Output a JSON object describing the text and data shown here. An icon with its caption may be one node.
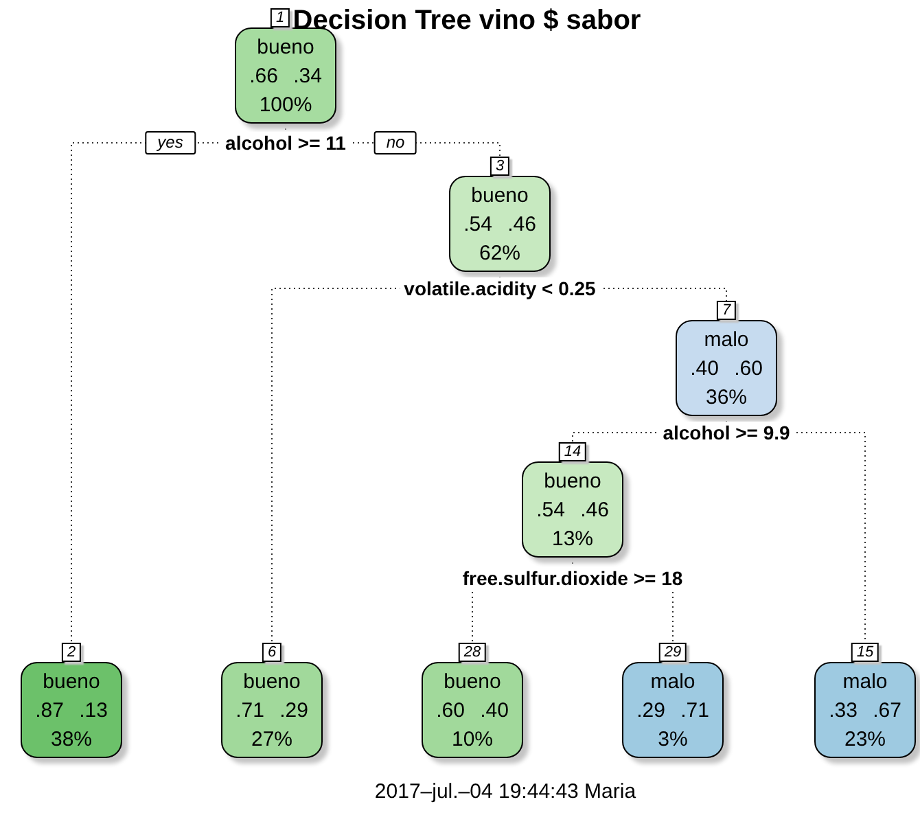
{
  "diagram": {
    "title": "Decision Tree vino $ sabor",
    "caption": "2017–jul.–04 19:44:43 Maria",
    "nodes": [
      {
        "text": [
          "bueno",
          ".66 .34",
          "100%"
        ],
        "beside": [
          "1"
        ]
      },
      {
        "text": [
          "bueno",
          ".54 .46",
          "62%"
        ],
        "beside": [
          "3"
        ]
      },
      {
        "text": [
          "malo",
          ".40 .60",
          "36%"
        ],
        "beside": [
          "7"
        ]
      },
      {
        "text": [
          "bueno",
          ".54 .46",
          "13%"
        ],
        "beside": [
          "14"
        ]
      },
      {
        "text": [
          "bueno",
          ".87 .13",
          "38%"
        ],
        "beside": [
          "2"
        ]
      },
      {
        "text": [
          "bueno",
          ".71 .29",
          "27%"
        ],
        "beside": [
          "6"
        ]
      },
      {
        "text": [
          "bueno",
          ".60 .40",
          "10%"
        ],
        "beside": [
          "28"
        ]
      },
      {
        "text": [
          "malo",
          ".29 .71",
          "3%"
        ],
        "beside": [
          "29"
        ]
      },
      {
        "text": [
          "malo",
          ".33 .67",
          "23%"
        ],
        "beside": [
          "15"
        ]
      }
    ],
    "edges": [
      {
        "from": 0,
        "to": 4,
        "arrow": "none",
        "style": "dashed",
        "label": "yes"
      },
      {
        "from": 0,
        "to": 1,
        "arrow": "none",
        "style": "dashed",
        "label": "no"
      },
      {
        "from": 1,
        "to": 5,
        "arrow": "none",
        "style": "dashed"
      },
      {
        "from": 1,
        "to": 2,
        "arrow": "none",
        "style": "dashed"
      },
      {
        "from": 2,
        "to": 3,
        "arrow": "none",
        "style": "dashed"
      },
      {
        "from": 2,
        "to": 8,
        "arrow": "none",
        "style": "dashed"
      },
      {
        "from": 3,
        "to": 6,
        "arrow": "none",
        "style": "dashed"
      },
      {
        "from": 3,
        "to": 7,
        "arrow": "none",
        "style": "dashed"
      }
    ],
    "labels": [
      "alcohol >= 11",
      "volatile.acidity < 0.25",
      "alcohol >= 9.9",
      "free.sulfur.dioxide >= 18"
    ]
  }
}
